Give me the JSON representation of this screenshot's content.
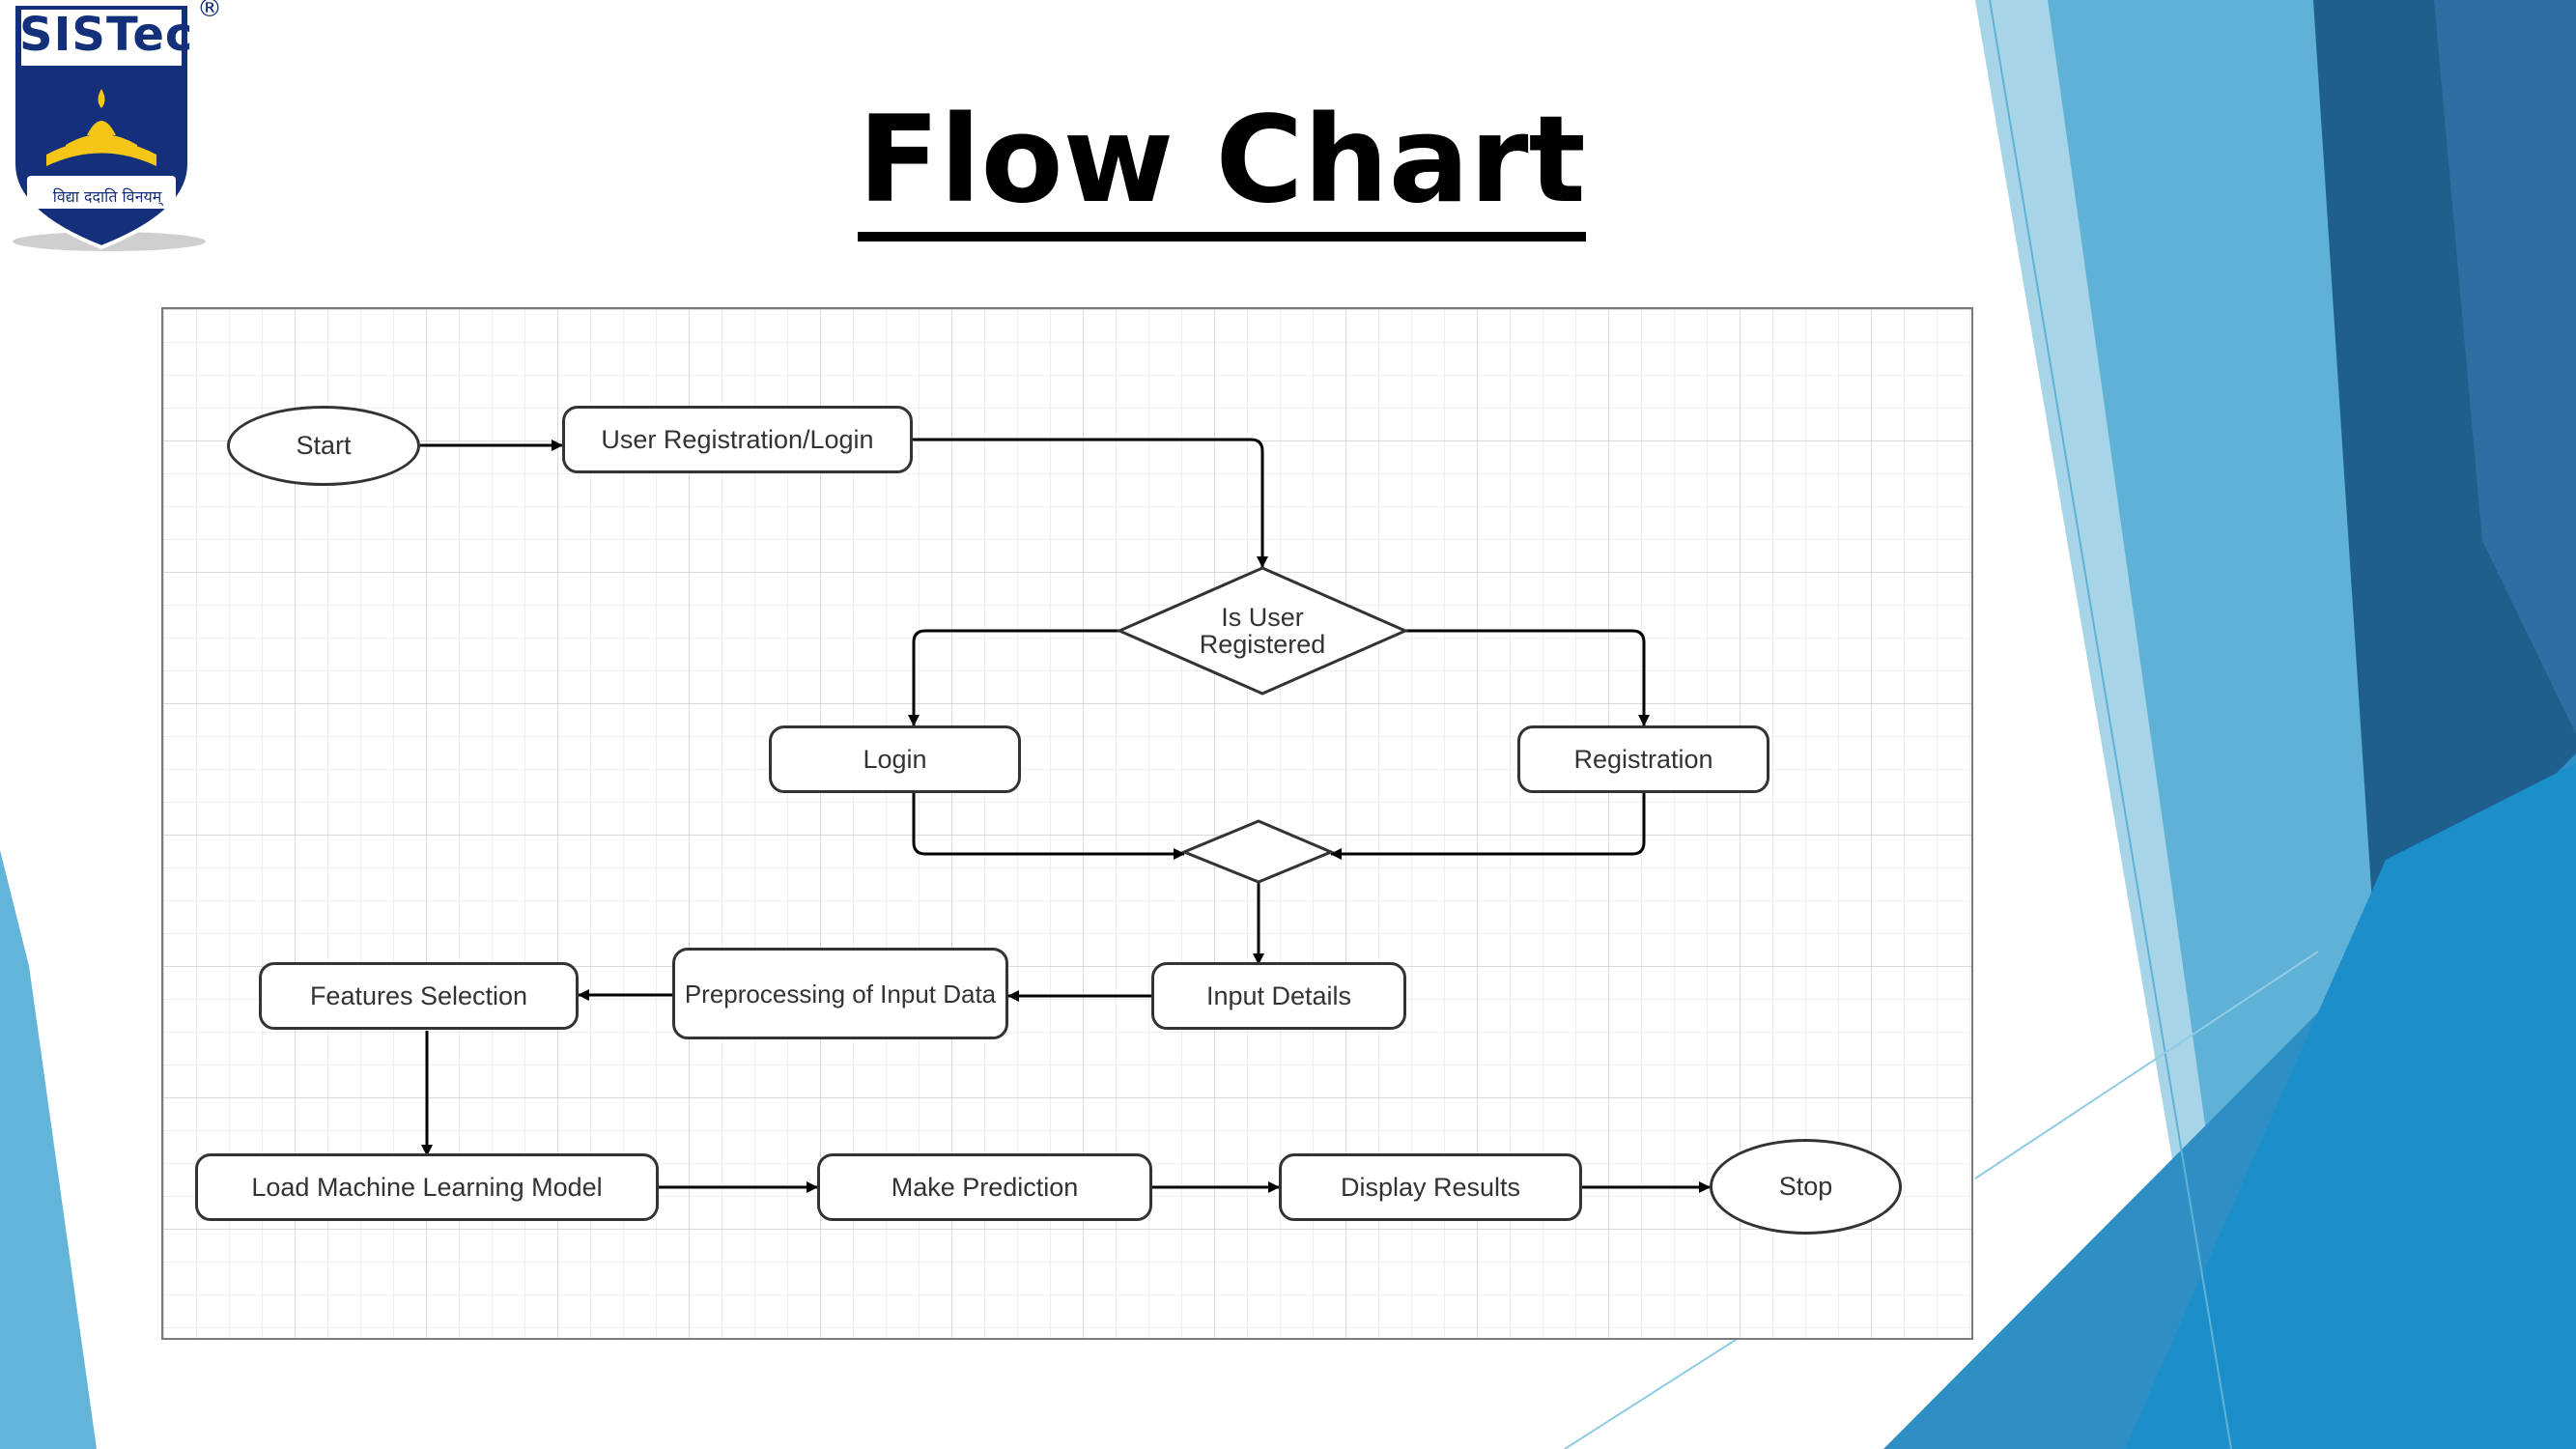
{
  "slide": {
    "title": "Flow Chart",
    "logo": {
      "name": "SISTec",
      "mark": "®",
      "motto": "विद्या ददाति विनयम्"
    }
  },
  "colors": {
    "accent_dark": "#1f5f8d",
    "accent_mid": "#2e8fc4",
    "accent_light": "#62b5d9",
    "line": "#333333",
    "logo_blue": "#14307a",
    "logo_gold": "#f5c518"
  },
  "flowchart": {
    "nodes": {
      "start": "Start",
      "user_reg_login": "User Registration/Login",
      "is_user_registered": "Is User Registered",
      "login": "Login",
      "registration": "Registration",
      "input_details": "Input Details",
      "preprocessing": "Preprocessing of Input Data",
      "features_selection": "Features Selection",
      "load_model": "Load Machine Learning Model",
      "make_prediction": "Make Prediction",
      "display_results": "Display Results",
      "stop": "Stop"
    },
    "edges": [
      [
        "start",
        "user_reg_login"
      ],
      [
        "user_reg_login",
        "is_user_registered"
      ],
      [
        "is_user_registered",
        "login"
      ],
      [
        "is_user_registered",
        "registration"
      ],
      [
        "login",
        "merge"
      ],
      [
        "registration",
        "merge"
      ],
      [
        "merge",
        "input_details"
      ],
      [
        "input_details",
        "preprocessing"
      ],
      [
        "preprocessing",
        "features_selection"
      ],
      [
        "features_selection",
        "load_model"
      ],
      [
        "load_model",
        "make_prediction"
      ],
      [
        "make_prediction",
        "display_results"
      ],
      [
        "display_results",
        "stop"
      ]
    ]
  }
}
